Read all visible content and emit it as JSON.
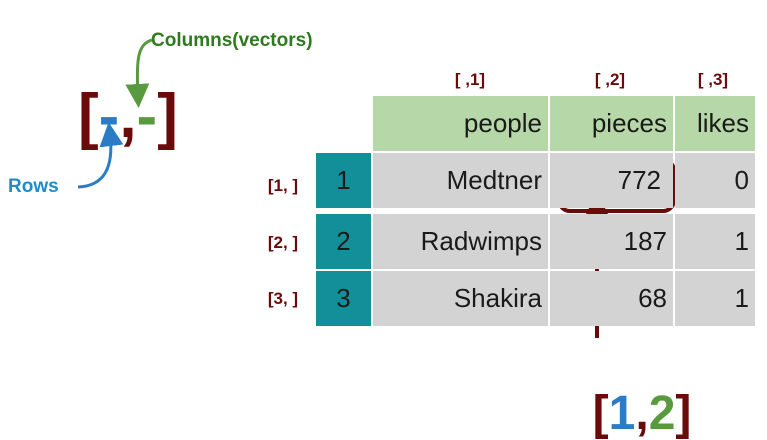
{
  "legend": {
    "open": "[",
    "row_dash": "-",
    "comma": ",",
    "col_dash": "-",
    "close": "]",
    "columns_label": "Columns(vectors)",
    "rows_label": "Rows"
  },
  "column_indices": [
    "[ ,1]",
    "[ ,2]",
    "[ ,3]"
  ],
  "row_indices": [
    "[1, ]",
    "[2, ]",
    "[3, ]"
  ],
  "table": {
    "headers": [
      "people",
      "pieces",
      "likes"
    ],
    "row_ids": [
      "1",
      "2",
      "3"
    ],
    "rows": [
      [
        "Medtner",
        "772",
        "0"
      ],
      [
        "Radwimps",
        "187",
        "1"
      ],
      [
        "Shakira",
        "68",
        "1"
      ]
    ]
  },
  "result": {
    "open": "[",
    "row": "1",
    "comma": ",",
    "col": "2",
    "close": "]"
  },
  "colors": {
    "bracket": "#6b0a0a",
    "header_bg": "#b6d7a8",
    "cell_bg": "#d3d3d3",
    "rowid_bg": "#138f9a",
    "rows_blue": "#2a7dc4",
    "columns_green": "#5a9a3e"
  }
}
